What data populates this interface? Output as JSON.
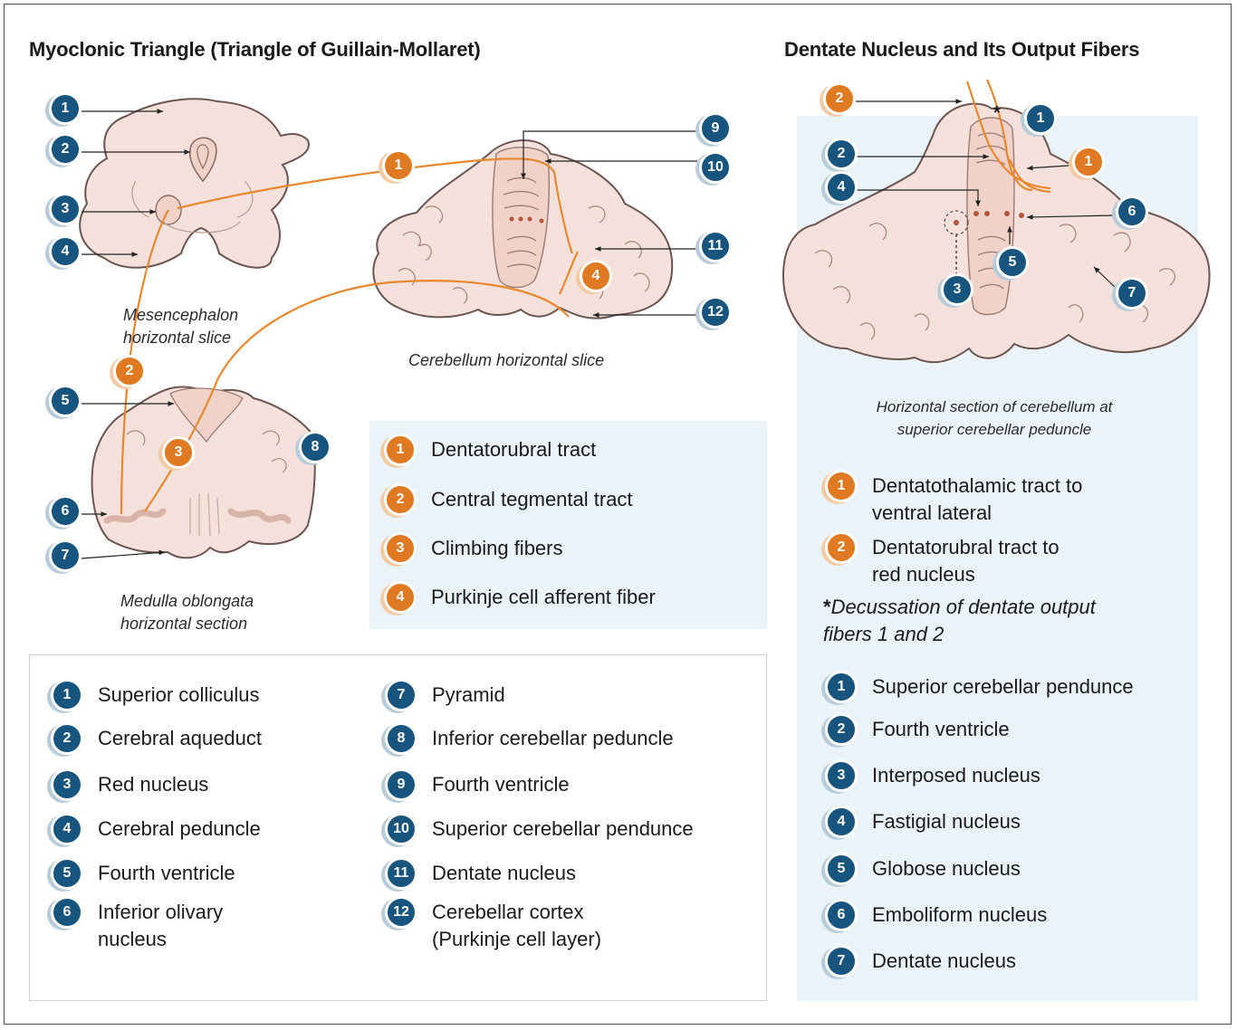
{
  "left_title": "Myoclonic Triangle (Triangle of Guillain-Mollaret)",
  "right_title": "Dentate Nucleus and Its Output Fibers",
  "captions": {
    "mesencephalon": [
      "Mesencephalon",
      "horizontal slice"
    ],
    "cerebellum": "Cerebellum horizontal slice",
    "medulla": [
      "Medulla oblongata",
      "horizontal section"
    ],
    "right_section": [
      "Horizontal section of cerebellum at",
      "superior cerebellar peduncle"
    ]
  },
  "left_tract_legend": [
    {
      "num": "1",
      "label": "Dentatorubral tract"
    },
    {
      "num": "2",
      "label": "Central tegmental tract"
    },
    {
      "num": "3",
      "label": "Climbing fibers"
    },
    {
      "num": "4",
      "label": "Purkinje cell afferent fiber"
    }
  ],
  "left_structures_col1": [
    {
      "num": "1",
      "label": "Superior colliculus"
    },
    {
      "num": "2",
      "label": "Cerebral aqueduct"
    },
    {
      "num": "3",
      "label": "Red nucleus"
    },
    {
      "num": "4",
      "label": "Cerebral peduncle"
    },
    {
      "num": "5",
      "label": "Fourth ventricle"
    },
    {
      "num": "6",
      "label": "Inferior olivary",
      "label2": "nucleus"
    }
  ],
  "left_structures_col2": [
    {
      "num": "7",
      "label": "Pyramid"
    },
    {
      "num": "8",
      "label": "Inferior cerebellar peduncle"
    },
    {
      "num": "9",
      "label": "Fourth ventricle"
    },
    {
      "num": "10",
      "label": "Superior cerebellar pendunce"
    },
    {
      "num": "11",
      "label": "Dentate nucleus"
    },
    {
      "num": "12",
      "label": "Cerebellar cortex",
      "label2": "(Purkinje cell layer)"
    }
  ],
  "right_tract_legend": [
    {
      "num": "1",
      "label": "Dentatothalamic tract to",
      "label2": "ventral lateral"
    },
    {
      "num": "2",
      "label": "Dentatorubral tract to",
      "label2": "red nucleus"
    }
  ],
  "decussation_note": {
    "star": "*",
    "line1": "Decussation of dentate output",
    "line2": "fibers 1 and 2"
  },
  "right_structures": [
    {
      "num": "1",
      "label": "Superior cerebellar pendunce"
    },
    {
      "num": "2",
      "label": "Fourth ventricle"
    },
    {
      "num": "3",
      "label": "Interposed nucleus"
    },
    {
      "num": "4",
      "label": "Fastigial nucleus"
    },
    {
      "num": "5",
      "label": "Globose nucleus"
    },
    {
      "num": "6",
      "label": "Emboliform nucleus"
    },
    {
      "num": "7",
      "label": "Dentate nucleus"
    }
  ],
  "diagram_markers": {
    "left_blue": [
      "1",
      "2",
      "3",
      "4",
      "5",
      "6",
      "7",
      "8",
      "9",
      "10",
      "11",
      "12"
    ],
    "left_orange": [
      "1",
      "2",
      "3",
      "4"
    ],
    "right_blue": [
      "1",
      "2",
      "3",
      "4",
      "5",
      "6",
      "7"
    ],
    "right_orange": [
      "1",
      "2"
    ],
    "asterisk": "*"
  },
  "colors": {
    "blue_badge": "#17557f",
    "orange_badge": "#e07a22",
    "tract_line": "#e8882e",
    "tissue": "#f5e1db",
    "tissue_outline": "#6b5550",
    "panel_blue": "#e9f3f8"
  }
}
